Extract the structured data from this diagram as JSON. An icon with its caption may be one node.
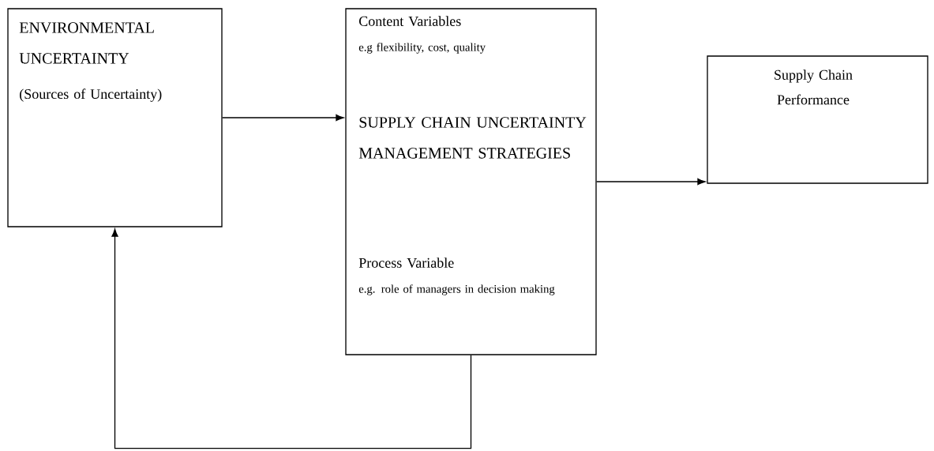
{
  "diagram": {
    "nodes": [
      {
        "text": [
          "ENVIRONMENTAL UNCERTAINTY",
          "(Sources of Uncertainty)"
        ]
      },
      {
        "text": [
          "Content Variables",
          "e.g flexibility, cost, quality",
          "SUPPLY CHAIN UNCERTAINTY MANAGEMENT STRATEGIES",
          "Process Variable",
          "e.g. role of managers in decision making"
        ]
      },
      {
        "text": [
          "Supply Chain Performance"
        ]
      }
    ],
    "edges": [
      {
        "from": 0,
        "to": 1,
        "arrow": "to"
      },
      {
        "from": 1,
        "to": 2,
        "arrow": "to"
      },
      {
        "from": 1,
        "to": 0,
        "arrow": "to"
      }
    ]
  }
}
